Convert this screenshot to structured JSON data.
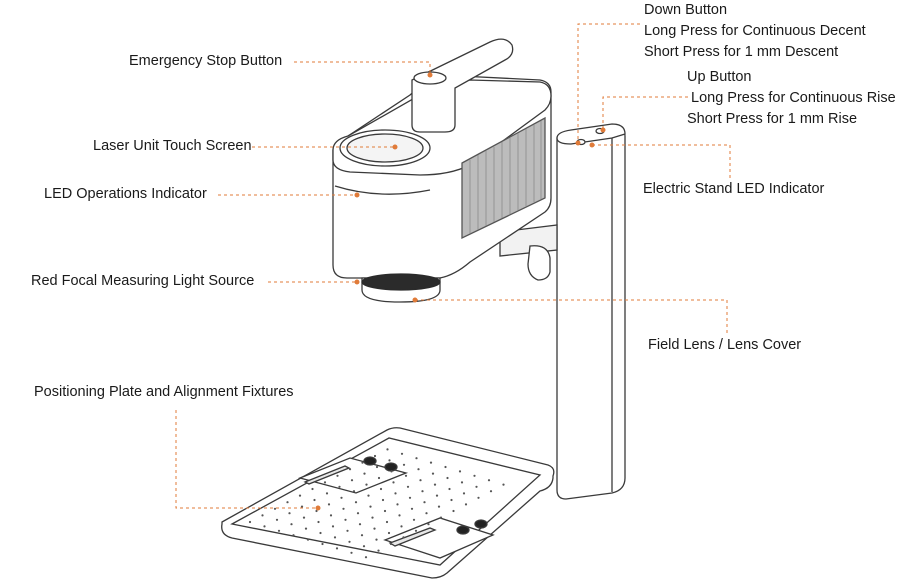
{
  "labels": {
    "emergency_stop": "Emergency Stop Button",
    "touch_screen": "Laser Unit Touch Screen",
    "led_ops": "LED Operations Indicator",
    "red_focal": "Red Focal Measuring Light Source",
    "positioning_plate": "Positioning Plate and Alignment Fixtures",
    "down_button": "Down Button",
    "down_long": "Long Press for Continuous Decent",
    "down_short": "Short Press for 1 mm Descent",
    "up_button": "Up Button",
    "up_long": "Long Press for Continuous Rise",
    "up_short": "Short Press for 1 mm Rise",
    "stand_led": "Electric Stand LED Indicator",
    "field_lens": "Field Lens / Lens Cover"
  },
  "colors": {
    "leader": "#e07b39",
    "outline": "#3a3a3a",
    "fill": "#ffffff",
    "shade": "#d9d9d9"
  }
}
